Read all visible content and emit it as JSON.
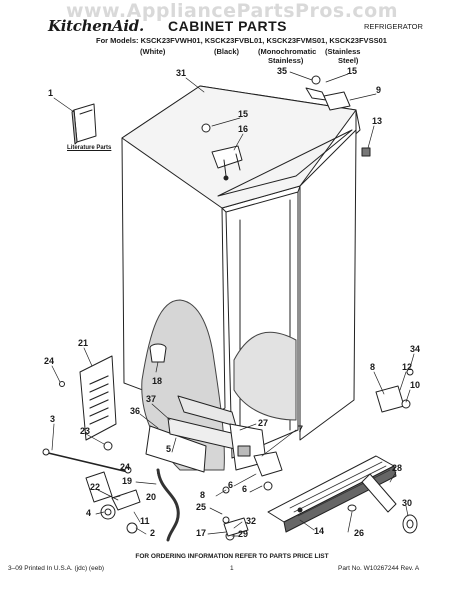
{
  "watermark": "www.AppliancePartsPros.com",
  "header": {
    "brand": "KitchenAid.",
    "title": "CABINET PARTS",
    "category": "REFRIGERATOR",
    "models_line": "For Models: KSCK23FVWH01, KSCK23FVBL01, KSCK23FVMS01, KSCK23FVSS01",
    "variants": [
      "(White)",
      "(Black)",
      "(Monochromatic",
      "Stainless)",
      "(Stainless",
      "Steel)"
    ]
  },
  "diagram": {
    "literature_label": "Literature Parts",
    "callouts": [
      "1",
      "31",
      "35",
      "15",
      "9",
      "15",
      "16",
      "13",
      "21",
      "24",
      "18",
      "34",
      "8",
      "12",
      "10",
      "37",
      "36",
      "27",
      "7",
      "3",
      "23",
      "24",
      "5",
      "28",
      "19",
      "6",
      "22",
      "4",
      "20",
      "11",
      "2",
      "8",
      "25",
      "6",
      "14",
      "30",
      "32",
      "26",
      "17",
      "29"
    ]
  },
  "footer": {
    "ordering_note": "FOR ORDERING INFORMATION REFER TO PARTS PRICE LIST",
    "printed": "3–09 Printed In U.S.A. (jdc) (eeb)",
    "page": "1",
    "part_no": "Part No. W10267244 Rev. A"
  }
}
